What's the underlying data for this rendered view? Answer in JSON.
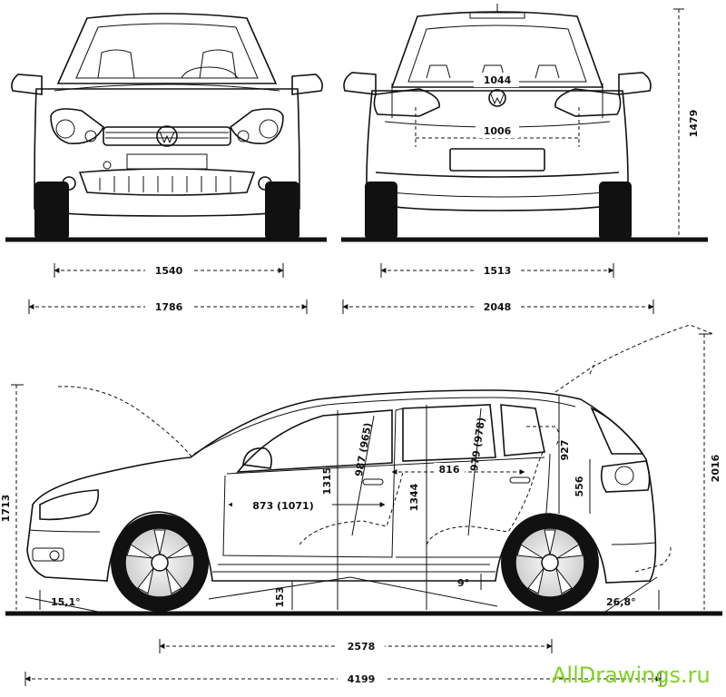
{
  "watermark": "AllDrawings.ru",
  "views": {
    "front": {
      "dims": {
        "track": "1540",
        "width": "1786"
      }
    },
    "rear": {
      "dims": {
        "inner_width_top": "1044",
        "inner_width_bottom": "1006",
        "track": "1513",
        "width_mirrors": "2048",
        "height": "1479"
      }
    },
    "side": {
      "dims": {
        "height_front": "1713",
        "height_open_tailgate": "2016",
        "wheelbase": "2578",
        "length": "4199",
        "approach_angle": "15,1°",
        "departure_angle": "26,8°",
        "ramp_angle": "9°",
        "ground_clearance": "153",
        "front_seat_to_pedal": "873 (1071)",
        "front_headroom": "987 (965)",
        "rear_headroom": "979 (978)",
        "front_seat_height": "1315",
        "rear_seat_height": "1344",
        "rear_legroom": "816",
        "cargo_opening_height": "927",
        "cargo_sill_height": "556"
      }
    }
  }
}
